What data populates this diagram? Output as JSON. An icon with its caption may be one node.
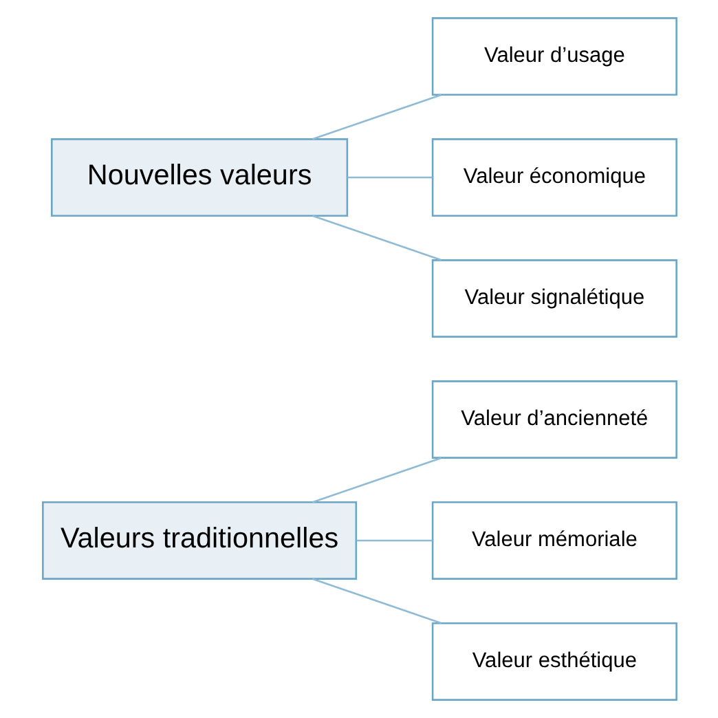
{
  "diagram": {
    "nodes": [
      {
        "text": [
          "Valeurs traditionnelles"
        ]
      },
      {
        "text": [
          "Valeur d’ancienneté"
        ]
      },
      {
        "text": [
          "Valeur mémoriale"
        ]
      },
      {
        "text": [
          "Valeur esthétique"
        ]
      },
      {
        "text": [
          "Nouvelles valeurs"
        ]
      },
      {
        "text": [
          "Valeur d’usage"
        ]
      },
      {
        "text": [
          "Valeur économique"
        ]
      },
      {
        "text": [
          "Valeur signalétique"
        ]
      }
    ],
    "edges": [
      {
        "from": 0,
        "to": 1,
        "arrow": "none"
      },
      {
        "from": 0,
        "to": 2,
        "arrow": "none"
      },
      {
        "from": 0,
        "to": 3,
        "arrow": "none"
      },
      {
        "from": 4,
        "to": 5,
        "arrow": "none"
      },
      {
        "from": 4,
        "to": 6,
        "arrow": "none"
      },
      {
        "from": 4,
        "to": 7,
        "arrow": "none"
      }
    ]
  }
}
